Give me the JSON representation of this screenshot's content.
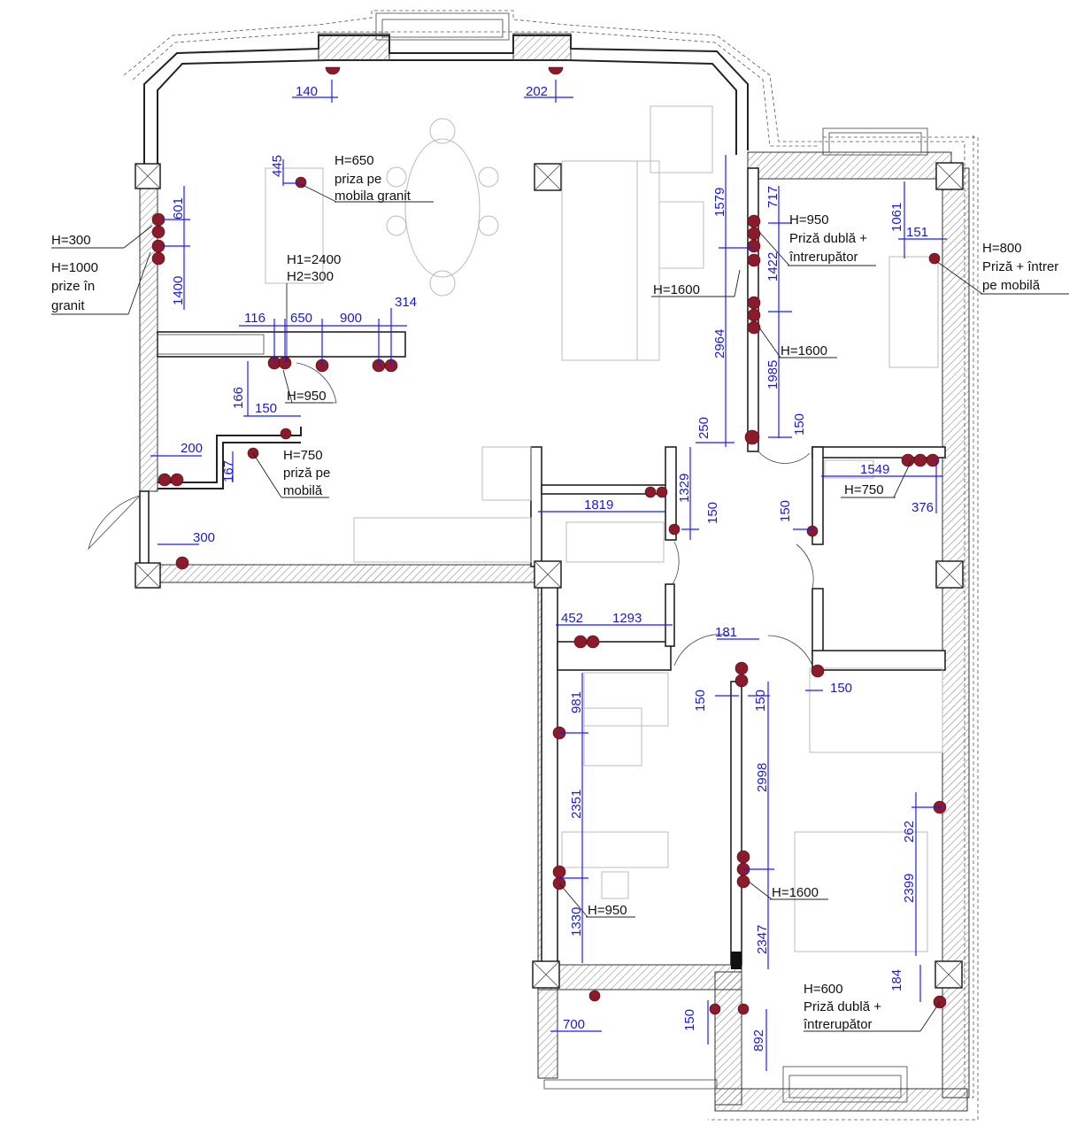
{
  "labels": {
    "h300": "H=300",
    "h1000": "H=1000",
    "prize_in": "prize în",
    "granit": "granit",
    "h650": "H=650",
    "priza_pe": "priza pe",
    "mobila_granit": "mobila granit",
    "h1_2400": "H1=2400",
    "h2_300": "H2=300",
    "h950_kitchen": "H=950",
    "h750_kitchen": "H=750",
    "priza_pe_2": "priză pe",
    "mobila": "mobilă",
    "h950_room": "H=950",
    "priza_dubla": "Priză dublă +",
    "intrerupator": "întrerupător",
    "h800": "H=800",
    "priza_intrer": "Priză + întrer",
    "pe_mobila": "pe mobilă",
    "h1600_left": "H=1600",
    "h1600_right": "H=1600",
    "h750_bath": "H=750",
    "h950_bed": "H=950",
    "h1600_bed": "H=1600",
    "h600": "H=600",
    "priza_dubla_2": "Priză dublă +",
    "intrerupator_2": "întrerupător"
  },
  "dims": {
    "d140": "140",
    "d202": "202",
    "d445": "445",
    "d601": "601",
    "d1400": "1400",
    "d116": "116",
    "d650": "650",
    "d900": "900",
    "d314": "314",
    "d166": "166",
    "d150a": "150",
    "d200": "200",
    "d167": "167",
    "d300": "300",
    "d1579": "1579",
    "d717": "717",
    "d1061": "1061",
    "d151": "151",
    "d1422": "1422",
    "d2964": "2964",
    "d1985": "1985",
    "d150b": "150",
    "d250": "250",
    "d1329": "1329",
    "d1819": "1819",
    "d150c": "150",
    "d150d": "150",
    "d1549": "1549",
    "d376": "376",
    "d452": "452",
    "d1293": "1293",
    "d181": "181",
    "d150e": "150",
    "d150f": "150",
    "d150g": "150",
    "d981": "981",
    "d2351": "2351",
    "d1330": "1330",
    "d2998": "2998",
    "d262": "262",
    "d2399": "2399",
    "d2347": "2347",
    "d184": "184",
    "d700": "700",
    "d150h": "150",
    "d892": "892"
  }
}
